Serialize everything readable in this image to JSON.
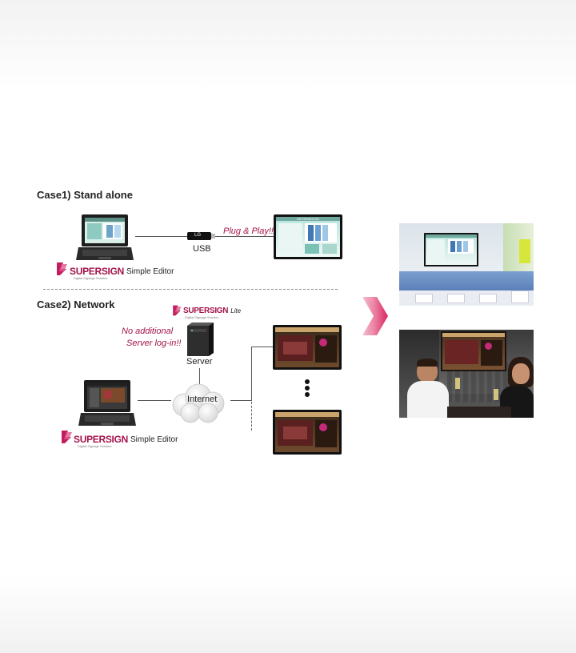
{
  "case1": {
    "heading": "Case1) Stand alone",
    "usb_label": "USB",
    "plug_text": "Plug & Play!!",
    "usb_stick_text": "LG"
  },
  "case2": {
    "heading": "Case2) Network",
    "note_line1": "No additional",
    "note_line2": "Server log-in!!",
    "server_label": "Server",
    "internet_label": "Internet"
  },
  "logos": {
    "supersign_word": "SUPERSIGN",
    "simple_editor": "Simple Editor",
    "lite": "Lite",
    "tagline": "Digital Signage Solution"
  },
  "screens": {
    "info_title": "INFORMATION"
  },
  "colors": {
    "brand": "#a4134a",
    "arrow": "#e8567f",
    "screen_teal": "#9ed6cf",
    "restaurant_brown": "#5a3a22"
  },
  "icons": [
    "laptop-icon",
    "usb-stick-icon",
    "server-tower-icon",
    "cloud-icon",
    "chevron-arrow-icon"
  ]
}
